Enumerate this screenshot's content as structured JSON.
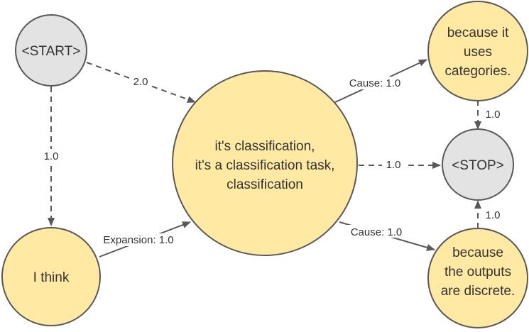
{
  "nodes": {
    "start": {
      "lines": [
        "<START>"
      ],
      "fill": "#e3e3e3"
    },
    "i_think": {
      "lines": [
        "I think"
      ],
      "fill": "#ffe9a3"
    },
    "classification": {
      "lines": [
        "it's classification,",
        "it's a classification task,",
        "classification"
      ],
      "fill": "#ffe9a3"
    },
    "categories": {
      "lines": [
        "because it",
        "uses",
        "categories."
      ],
      "fill": "#ffe9a3"
    },
    "stop": {
      "lines": [
        "<STOP>"
      ],
      "fill": "#e3e3e3"
    },
    "discrete": {
      "lines": [
        "because",
        "the outputs",
        "are discrete."
      ],
      "fill": "#ffe9a3"
    }
  },
  "edges": {
    "start_to_classification": {
      "label": "2.0",
      "style": "dashed"
    },
    "start_to_i_think": {
      "label": "1.0",
      "style": "dashed"
    },
    "i_think_to_classification": {
      "label": "Expansion: 1.0",
      "style": "solid"
    },
    "classification_to_categories": {
      "label": "Cause: 1.0",
      "style": "solid"
    },
    "classification_to_stop": {
      "label": "1.0",
      "style": "dashed"
    },
    "classification_to_discrete": {
      "label": "Cause: 1.0",
      "style": "solid"
    },
    "categories_to_stop": {
      "label": "1.0",
      "style": "dashed"
    },
    "discrete_to_stop": {
      "label": "1.0",
      "style": "dashed"
    }
  },
  "colors": {
    "stroke": "#595959",
    "text": "#333333"
  }
}
